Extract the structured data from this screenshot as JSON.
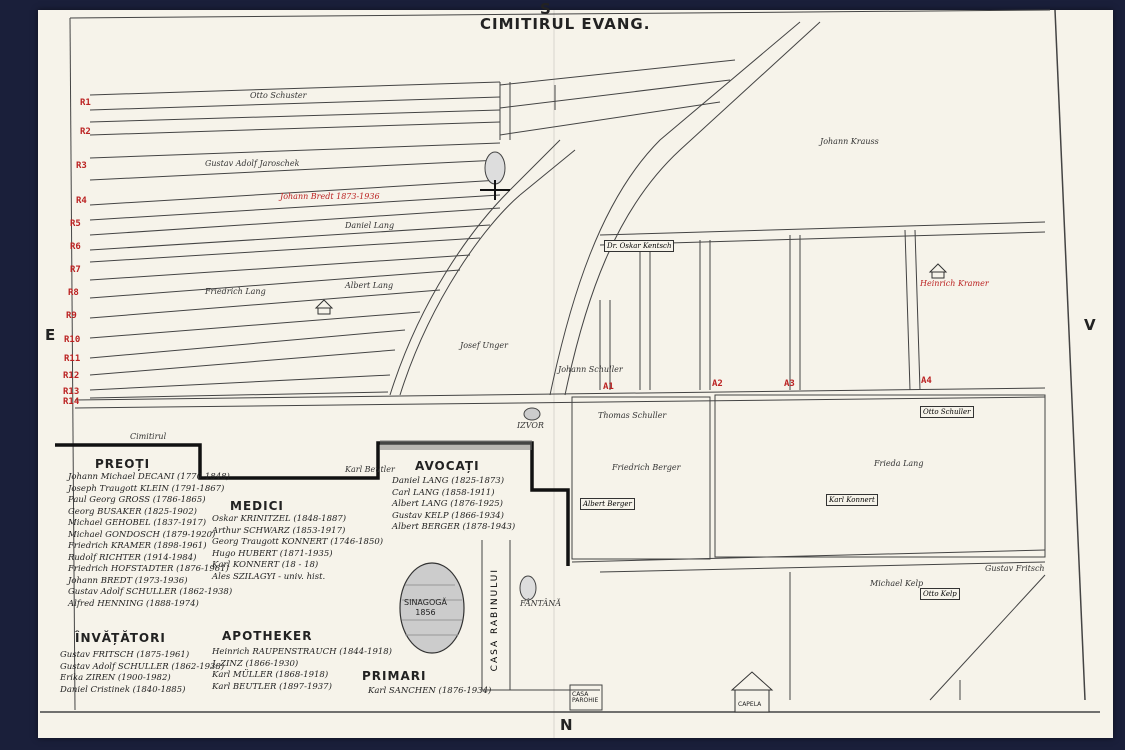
{
  "title": "CIMITIRUL EVANG.",
  "compass": {
    "north": "N",
    "south": "S",
    "east": "E",
    "west": "V"
  },
  "rows": [
    "R1",
    "R2",
    "R3",
    "R4",
    "R5",
    "R6",
    "R7",
    "R8",
    "R9",
    "R10",
    "R11",
    "R12",
    "R13",
    "R14"
  ],
  "features": {
    "synagogue_label": "SINAGOGĂ\n1856",
    "street_label": "CASA RABINULUI",
    "casa": "CASA PAROHIE",
    "capela": "CAPELA",
    "izvor": "IZVOR",
    "fantana": "FÂNTÂNĂ",
    "cimitirul_label": "Cimitirul"
  },
  "columns": [
    "A1",
    "A2",
    "A3",
    "A4"
  ],
  "preoti": {
    "title": "PREOȚI",
    "names": [
      "Johann Michael DECANI (1770-1848)",
      "Joseph Traugott KLEIN (1791-1867)",
      "Paul Georg GROSS (1786-1865)",
      "Georg BUSAKER (1825-1902)",
      "Michael GEHOBEL (1837-1917)",
      "Michael GONDOSCH (1879-1920)",
      "Friedrich KRAMER (1898-1961)",
      "Rudolf RICHTER (1914-1984)",
      "Friedrich HOFSTADTER (1876-1961)",
      "Johann BREDT (1973-1936)",
      "Gustav Adolf SCHULLER (1862-1938)",
      "Alfred HENNING (1888-1974)"
    ]
  },
  "medici": {
    "title": "MEDICI",
    "names": [
      "Oskar KRINITZEL (1848-1887)",
      "Arthur SCHWARZ (1853-1917)",
      "Georg Traugott KONNERT (1746-1850)",
      "Hugo HUBERT (1871-1935)",
      "Karl KONNERT (18 - 18)",
      "Ales SZILAGYI - univ. hist."
    ]
  },
  "avocati": {
    "title": "AVOCAȚI",
    "names": [
      "Daniel LANG (1825-1873)",
      "Carl LANG (1858-1911)",
      "Albert LANG (1876-1925)",
      "Gustav KELP (1866-1934)",
      "Albert BERGER (1878-1943)"
    ]
  },
  "invatatori": {
    "title": "ÎNVĂȚĂTORI",
    "names": [
      "Gustav FRITSCH (1875-1961)",
      "Gustav Adolf SCHULLER (1862-1938)",
      "Erika ZIREN (1900-1982)",
      "Daniel Cristinek (1840-1885)"
    ]
  },
  "apotheker": {
    "title": "APOTHEKER",
    "names": [
      "Heinrich RAUPENSTRAUCH (1844-1918)",
      "J. ZINZ (1866-1930)",
      "Karl MÜLLER (1868-1918)",
      "Karl BEUTLER (1897-1937)"
    ]
  },
  "primari": {
    "title": "PRIMARI",
    "names": [
      "Karl SANCHEN (1876-1934)"
    ]
  },
  "handwritten": [
    "Otto Schuster",
    "Johann Bredt 1873-1936",
    "Gustav Adolf Jaroschek",
    "Friedrich Lang",
    "Albert Lang",
    "Daniel Lang",
    "Josef Unger",
    "Johann Schuller",
    "Albert Berger",
    "Karl Konnert",
    "Friedrich Berger",
    "Johann Krauss",
    "Otto Kelp",
    "Gustav Fritsch",
    "Frieda Lang",
    "Michael Kelp",
    "Otto Schuller",
    "Karl Beutler",
    "Heinrich Kramer",
    "Thomas Schuller",
    "Dr. Oskar Kentsch"
  ]
}
